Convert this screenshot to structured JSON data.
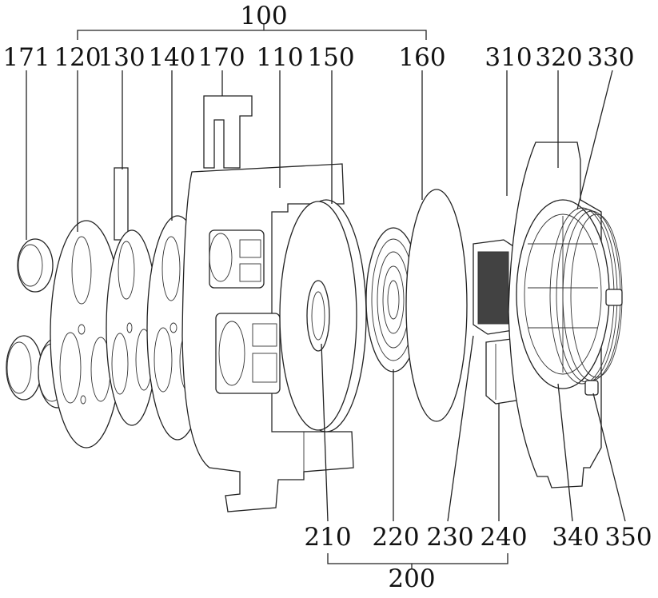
{
  "figure": {
    "group_labels": [
      {
        "id": "g100",
        "text": "100"
      },
      {
        "id": "g200",
        "text": "200"
      }
    ],
    "part_labels": [
      {
        "id": "p171",
        "text": "171"
      },
      {
        "id": "p120",
        "text": "120"
      },
      {
        "id": "p130",
        "text": "130"
      },
      {
        "id": "p140",
        "text": "140"
      },
      {
        "id": "p170",
        "text": "170"
      },
      {
        "id": "p110",
        "text": "110"
      },
      {
        "id": "p150",
        "text": "150"
      },
      {
        "id": "p160",
        "text": "160"
      },
      {
        "id": "p310",
        "text": "310"
      },
      {
        "id": "p320",
        "text": "320"
      },
      {
        "id": "p330",
        "text": "330"
      },
      {
        "id": "p210",
        "text": "210"
      },
      {
        "id": "p220",
        "text": "220"
      },
      {
        "id": "p230",
        "text": "230"
      },
      {
        "id": "p240",
        "text": "240"
      },
      {
        "id": "p340",
        "text": "340"
      },
      {
        "id": "p350",
        "text": "350"
      }
    ]
  }
}
